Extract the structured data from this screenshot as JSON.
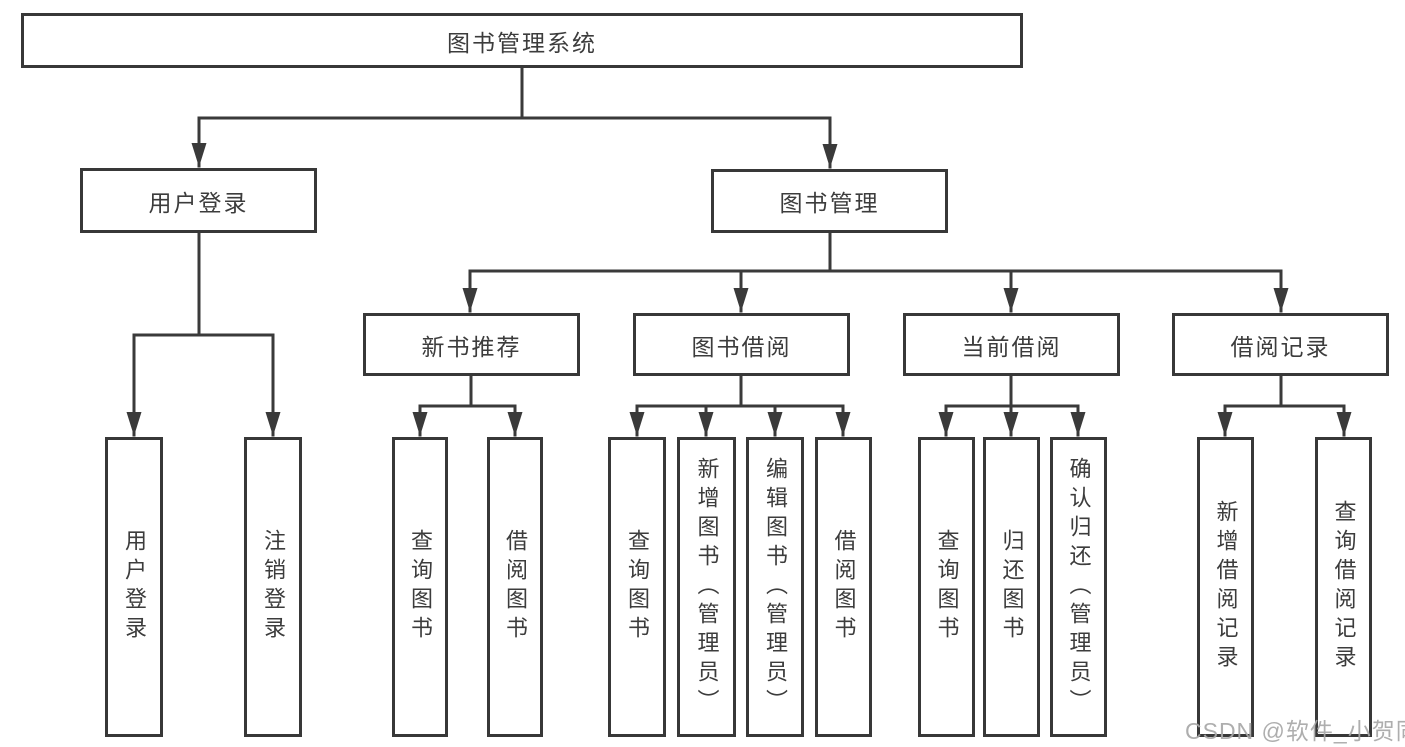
{
  "colors": {
    "background": "#ffffff",
    "line": "#3a3a3a",
    "box_border": "#383838",
    "text": "#3c3c3c",
    "watermark": "#a7a7a7"
  },
  "diagram": {
    "root": {
      "label": "图书管理系统"
    },
    "level2": [
      {
        "label": "用户登录"
      },
      {
        "label": "图书管理"
      }
    ],
    "level3": [
      {
        "label": "新书推荐",
        "parent": "图书管理"
      },
      {
        "label": "图书借阅",
        "parent": "图书管理"
      },
      {
        "label": "当前借阅",
        "parent": "图书管理"
      },
      {
        "label": "借阅记录",
        "parent": "图书管理"
      }
    ],
    "leaves": [
      {
        "label": "用户登录",
        "parent": "用户登录"
      },
      {
        "label": "注销登录",
        "parent": "用户登录"
      },
      {
        "label": "查询图书",
        "parent": "新书推荐"
      },
      {
        "label": "借阅图书",
        "parent": "新书推荐"
      },
      {
        "label": "查询图书",
        "parent": "图书借阅"
      },
      {
        "label": "新增图书（管理员）",
        "parent": "图书借阅"
      },
      {
        "label": "编辑图书（管理员）",
        "parent": "图书借阅"
      },
      {
        "label": "借阅图书",
        "parent": "图书借阅"
      },
      {
        "label": "查询图书",
        "parent": "当前借阅"
      },
      {
        "label": "归还图书",
        "parent": "当前借阅"
      },
      {
        "label": "确认归还（管理员）",
        "parent": "当前借阅"
      },
      {
        "label": "新增借阅记录",
        "parent": "借阅记录"
      },
      {
        "label": "查询借阅记录",
        "parent": "借阅记录"
      }
    ]
  },
  "watermark": {
    "text": "CSDN @软件_小贺同学"
  }
}
